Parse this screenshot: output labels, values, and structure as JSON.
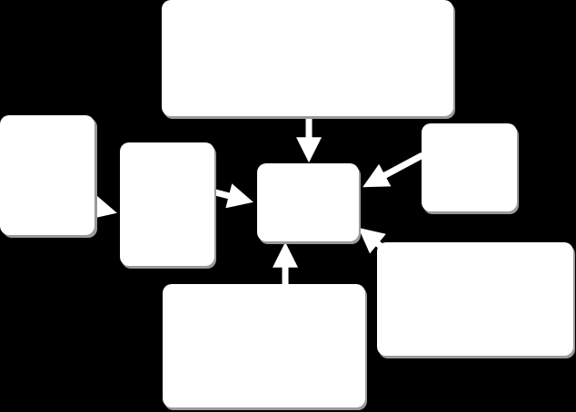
{
  "colors": {
    "background": "#000000",
    "box_fill": "#ffffff",
    "box_shadow": "#9a9a9a",
    "arrow": "#ffffff"
  },
  "boxes": [
    {
      "name": "top-box",
      "label": ""
    },
    {
      "name": "left-outer-box",
      "label": ""
    },
    {
      "name": "left-inner-box",
      "label": ""
    },
    {
      "name": "center-box",
      "label": ""
    },
    {
      "name": "right-small-box",
      "label": ""
    },
    {
      "name": "right-large-box",
      "label": ""
    },
    {
      "name": "bottom-box",
      "label": ""
    }
  ],
  "connections": [
    {
      "from": "top-box",
      "to": "center-box"
    },
    {
      "from": "left-outer-box",
      "to": "left-inner-box"
    },
    {
      "from": "left-inner-box",
      "to": "center-box"
    },
    {
      "from": "right-small-box",
      "to": "center-box"
    },
    {
      "from": "right-large-box",
      "to": "center-box"
    },
    {
      "from": "bottom-box",
      "to": "center-box"
    }
  ]
}
